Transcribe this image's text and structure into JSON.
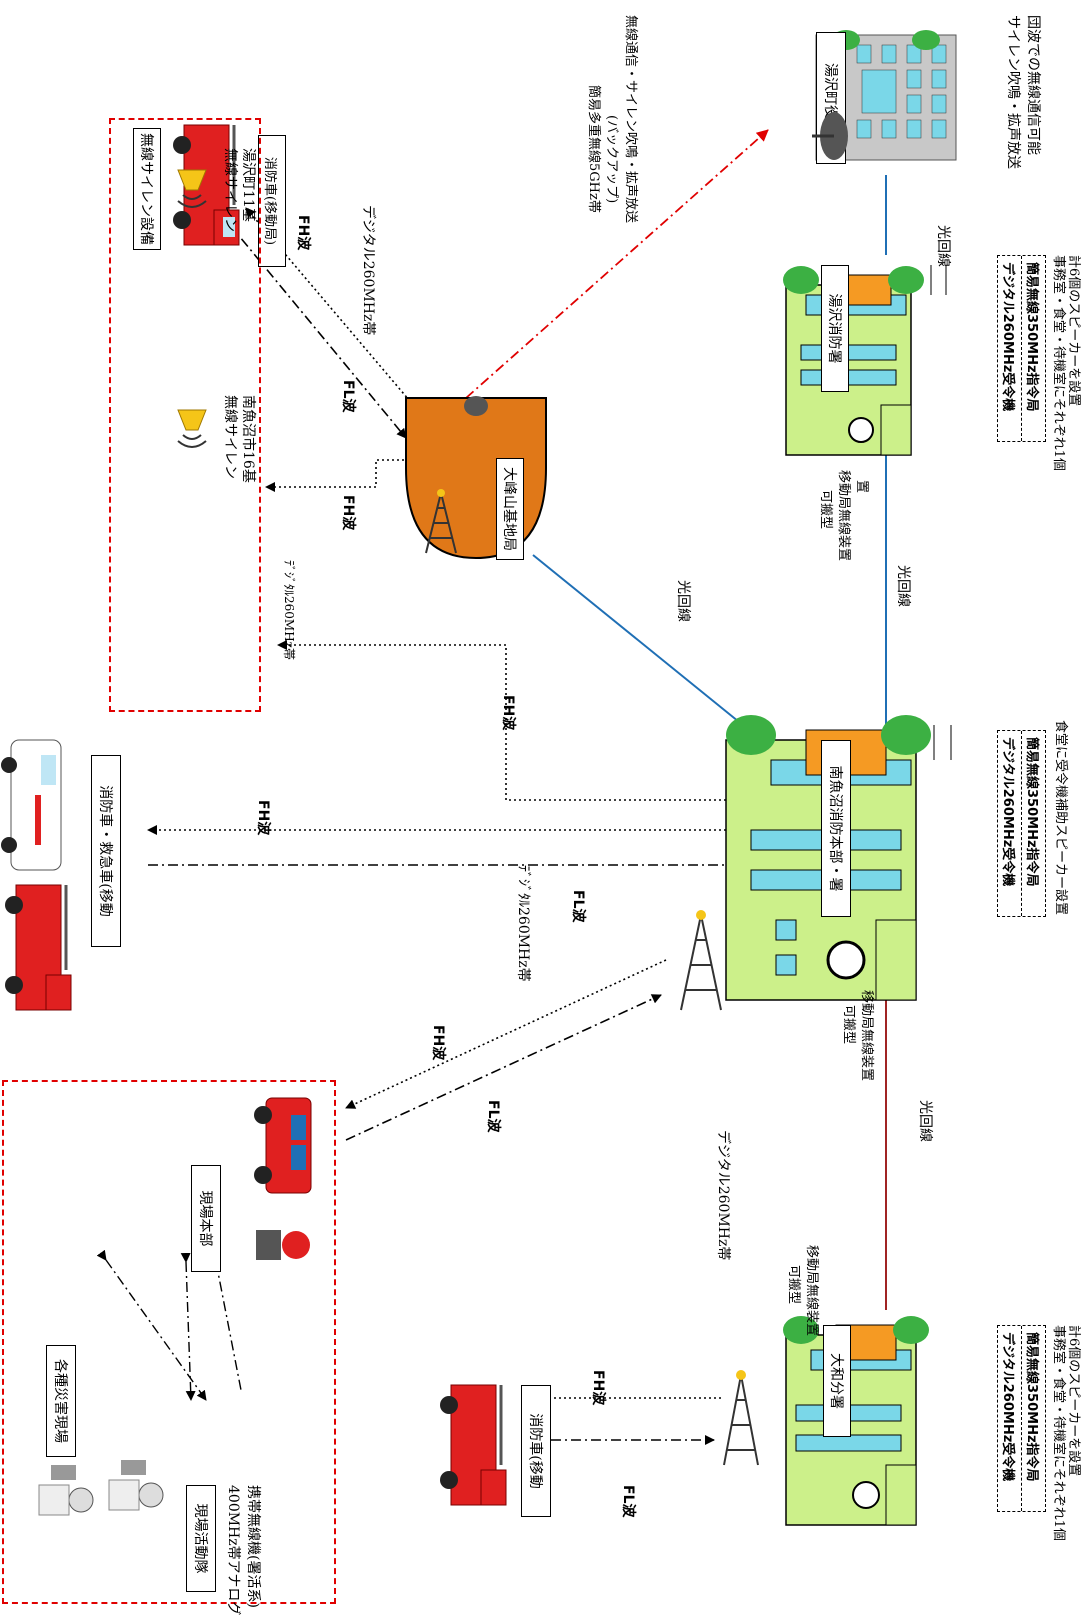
{
  "colors": {
    "fiber_blue": "#1f6fb5",
    "fiber_red": "#a02424",
    "backup_red": "#e00000",
    "mountain": "#e07818",
    "building": "#ccf08a",
    "tree": "#3cb043",
    "truck": "#e02020"
  },
  "nodes": {
    "hq_label": "南魚沼消防本部・署",
    "hq_info": [
      "簡易無線350MHz指令局",
      "デジタル260MHz受令機"
    ],
    "hq_note": "食堂に受令機補助スピーカー設置",
    "hq_mobile": [
      "可搬型",
      "移動局無線装置"
    ],
    "yuzawa_label": "湯沢消防署",
    "yuzawa_info": [
      "簡易無線350MHz指令局",
      "デジタル260MHz受令機"
    ],
    "yuzawa_note": [
      "事務室・食堂・待機室にそれぞれ1個",
      "計6個のスピーカーを設置"
    ],
    "yuzawa_mobile": [
      "可搬型",
      "移動局無線装置",
      "置"
    ],
    "yamato_label": "大和分署",
    "yamato_info": [
      "簡易無線350MHz指令局",
      "デジタル260MHz受令機"
    ],
    "yamato_note": [
      "事務室・食堂・待機室にそれぞれ1個",
      "計6個のスピーカーを設置"
    ],
    "yamato_mobile": [
      "可搬型",
      "移動局無線装置"
    ],
    "mountain_label": "大峰山基地局",
    "town_label": "湯沢町役場",
    "town_note": [
      "サイレン吹鳴・拡声放送",
      "団波での無線通信可能"
    ],
    "fire_mobile_top": "消防車(移動局)",
    "fire_ambulance": "消防車・救急車(移動",
    "fire_mobile_bottom": "消防車(移動",
    "siren_title": "無線サイレン設備",
    "siren1": [
      "無線サイレン",
      "南魚沼市16基"
    ],
    "siren2": [
      "無線サイレン",
      "湯沢町11基"
    ],
    "disaster_title": "各種災害現場",
    "field_hq": "現場本部",
    "field_team": "現場活動隊",
    "field_radio": [
      "400MHz帯アナログ",
      "携帯無線機(署活系)"
    ]
  },
  "links": {
    "fiber": "光回線",
    "fh": "FH波",
    "fl": "FL波",
    "digital_band": "デジタル260MHz帯",
    "digital_band_small": "ﾃﾞｼﾞﾀﾙ260MHz帯",
    "backup": [
      "簡易多重無線5GHz帯",
      "(バックアップ)",
      "無線通信・サイレン吹鳴・拡声放送"
    ]
  }
}
